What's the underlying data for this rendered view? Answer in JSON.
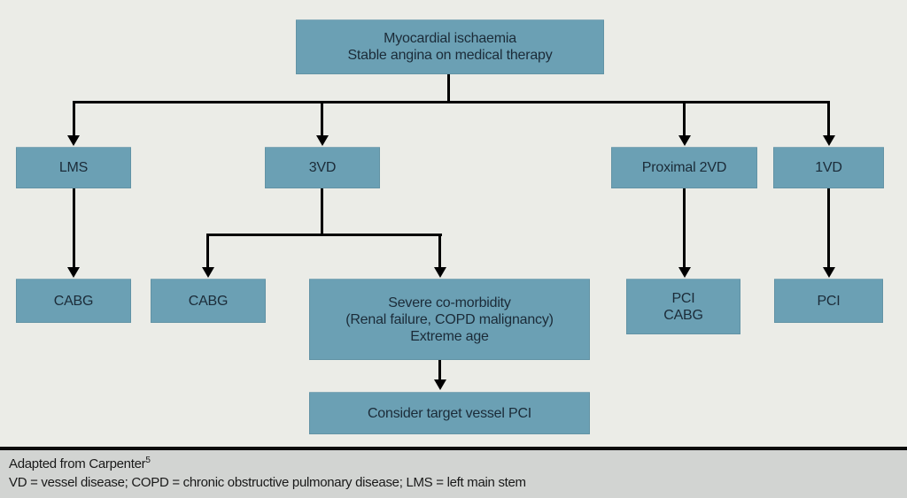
{
  "diagram": {
    "nodes": {
      "root": {
        "label": "Myocardial ischaemia\nStable angina on medical therapy"
      },
      "lms": {
        "label": "LMS"
      },
      "vd3": {
        "label": "3VD"
      },
      "proximal2vd": {
        "label": "Proximal 2VD"
      },
      "vd1": {
        "label": "1VD"
      },
      "cabg_from_lms": {
        "label": "CABG"
      },
      "cabg_from_3vd": {
        "label": "CABG"
      },
      "severe_comorbidity": {
        "label": "Severe co-morbidity\n(Renal failure, COPD malignancy)\nExtreme age"
      },
      "pci_cabg": {
        "label": "PCI\nCABG"
      },
      "pci": {
        "label": "PCI"
      },
      "consider_target_vessel_pci": {
        "label": "Consider target vessel PCI"
      }
    },
    "edges": [
      {
        "from": "root",
        "to": "lms"
      },
      {
        "from": "root",
        "to": "vd3"
      },
      {
        "from": "root",
        "to": "proximal2vd"
      },
      {
        "from": "root",
        "to": "vd1"
      },
      {
        "from": "lms",
        "to": "cabg_from_lms"
      },
      {
        "from": "vd3",
        "to": "cabg_from_3vd"
      },
      {
        "from": "vd3",
        "to": "severe_comorbidity"
      },
      {
        "from": "severe_comorbidity",
        "to": "consider_target_vessel_pci"
      },
      {
        "from": "proximal2vd",
        "to": "pci_cabg"
      },
      {
        "from": "vd1",
        "to": "pci"
      }
    ],
    "colors": {
      "node_fill": "#6BA0B4",
      "node_text": "#1B2B38",
      "connector": "#000000",
      "canvas_background": "#EBECE7",
      "footer_background": "#D2D4D2"
    }
  },
  "footer": {
    "attribution": "Adapted from Carpenter",
    "attribution_superscript": "5",
    "abbreviations": "VD = vessel disease; COPD = chronic obstructive pulmonary disease; LMS = left main stem"
  }
}
